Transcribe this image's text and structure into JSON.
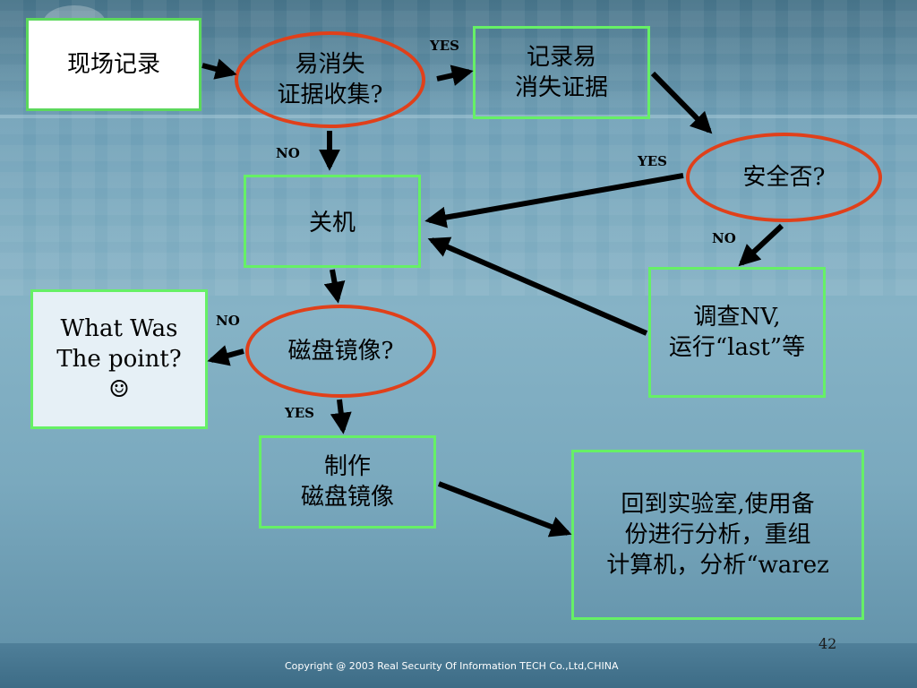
{
  "nodes": {
    "scene_record": {
      "lines": [
        "现场记录"
      ]
    },
    "volatile_q": {
      "lines": [
        "易消失",
        "证据收集?"
      ]
    },
    "record_volatile": {
      "lines": [
        "记录易",
        "消失证据"
      ]
    },
    "safe_q": {
      "lines": [
        "安全否?"
      ]
    },
    "shutdown": {
      "lines": [
        "关机"
      ]
    },
    "investigate": {
      "lines": [
        "调查NV,",
        "运行“last”等"
      ]
    },
    "what_was": {
      "lines": [
        "What Was",
        "The point?",
        "☺"
      ]
    },
    "disk_image_q": {
      "lines": [
        "磁盘镜像?"
      ]
    },
    "make_image": {
      "lines": [
        "制作",
        "磁盘镜像"
      ]
    },
    "back_to_lab": {
      "lines": [
        "回到实验室,使用备",
        "份进行分析，重组",
        "计算机，分析“warez"
      ]
    }
  },
  "edge_labels": {
    "volatile_yes": "YES",
    "volatile_no": "NO",
    "safe_yes": "YES",
    "safe_no": "NO",
    "image_no": "NO",
    "image_yes": "YES"
  },
  "footer": {
    "copyright": "Copyright  @ 2003 Real Security Of Information TECH Co.,Ltd,CHINA",
    "page_number": "42"
  },
  "colors": {
    "box_border": "#66f066",
    "oval_border": "#e0401a",
    "arrow": "#000000"
  }
}
